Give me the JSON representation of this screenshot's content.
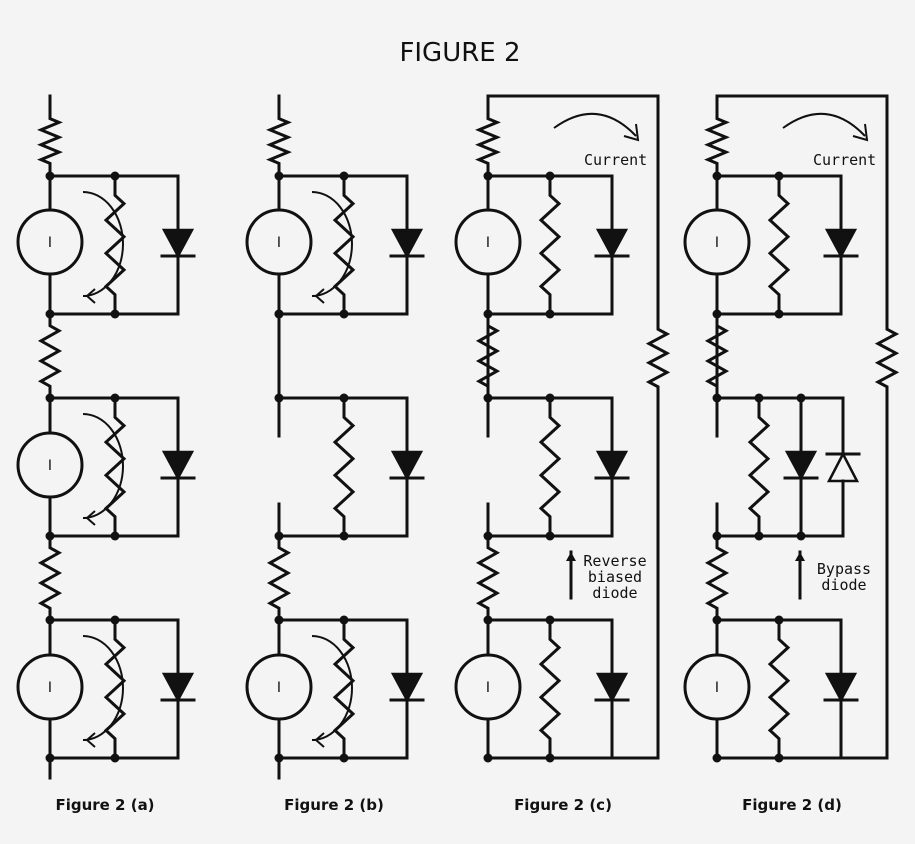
{
  "figure": {
    "title": "FIGURE 2",
    "captions": [
      "Figure 2 (a)",
      "Figure 2 (b)",
      "Figure 2 (c)",
      "Figure 2 (d)"
    ],
    "source_label": "I",
    "current_label": "Current",
    "reverse_label": [
      "Reverse",
      "biased",
      "diode"
    ],
    "bypass_label": [
      "Bypass",
      "diode"
    ]
  },
  "colors": {
    "ink": "#111111",
    "background": "#f4f4f4"
  }
}
